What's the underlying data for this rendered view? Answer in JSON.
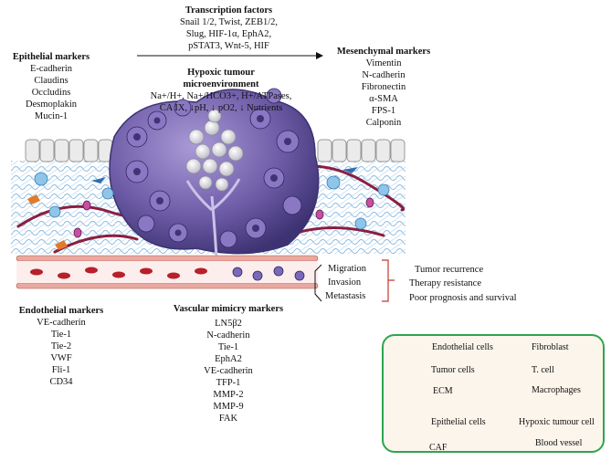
{
  "transcription": {
    "title": "Transcription factors",
    "lines": [
      "Snail 1/2, Twist, ZEB1/2,",
      "Slug, HIF-1α, EphA2,",
      "pSTAT3, Wnt-5, HIF"
    ]
  },
  "epithelial": {
    "title": "Epithelial markers",
    "items": [
      "E-cadherin",
      "Claudins",
      "Occludins",
      "Desmoplakin",
      "Mucin-1"
    ]
  },
  "mesenchymal": {
    "title": "Mesenchymal markers",
    "items": [
      "Vimentin",
      "N-cadherin",
      "Fibronectin",
      "α-SMA",
      "FPS-1",
      "Calponin"
    ]
  },
  "hypoxic": {
    "title_line1": "Hypoxic tumour",
    "title_line2": "microenvironment",
    "lines": [
      "Na+/H+, Na+/HCO3+, H+/ATPases,",
      "CA IX, ↓pH, ↓ pO2, ↓ Nutrients"
    ]
  },
  "processes": [
    "Migration",
    "Invasion",
    "Metastasis"
  ],
  "outcomes": [
    "Tumor recurrence",
    "Therapy resistance",
    "Poor prognosis and survival"
  ],
  "endothelial": {
    "title": "Endothelial markers",
    "items": [
      "VE-cadherin",
      "Tie-1",
      "Tie-2",
      "VWF",
      "Fli-1",
      "CD34"
    ]
  },
  "vascular": {
    "title": "Vascular mimicry markers",
    "items": [
      "LN5β2",
      "N-cadherin",
      "Tie-1",
      "EphA2",
      "VE-cadherin",
      "TFP-1",
      "MMP-2",
      "MMP-9",
      "FAK"
    ]
  },
  "legend": {
    "endothelial": "Endothelial cells",
    "fibroblast": "Fibroblast",
    "tumor": "Tumor cells",
    "tcell": "T. cell",
    "ecm": "ECM",
    "macrophages": "Macrophages",
    "epithelial": "Epithelial cells",
    "hypoxic": "Hypoxic tumour cell",
    "caf": "CAF",
    "blood": "Blood vessel"
  },
  "colors": {
    "tumor": "#6b5aa8",
    "tumor_dark": "#3f3575",
    "vessel": "#8b1e3f",
    "rbc": "#b8202a",
    "legend_border": "#2ea44f",
    "bracket": "#c0392b",
    "ecm": "#5f9fd0"
  }
}
